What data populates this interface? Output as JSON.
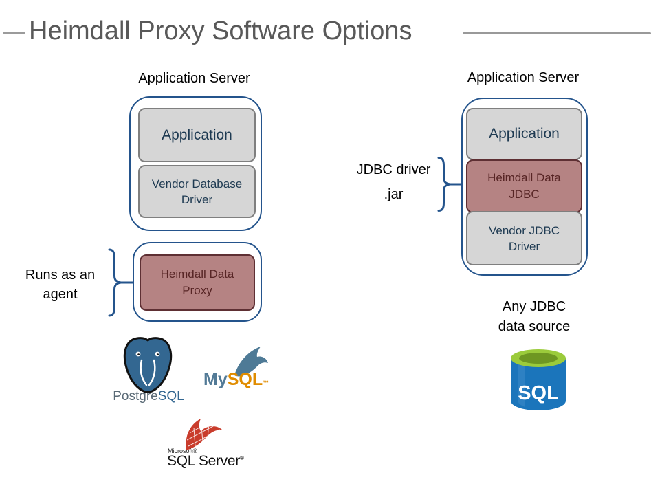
{
  "slide": {
    "title": "Heimdall Proxy Software Options"
  },
  "left_diagram": {
    "server_label": "Application Server",
    "application_box": "Application",
    "vendor_driver_box": {
      "line1": "Vendor Database",
      "line2": "Driver"
    },
    "heimdall_proxy_box": {
      "line1": "Heimdall Data",
      "line2": "Proxy"
    },
    "agent_annotation": {
      "line1": "Runs as an",
      "line2": "agent"
    }
  },
  "right_diagram": {
    "server_label": "Application Server",
    "application_box": "Application",
    "heimdall_jdbc_box": {
      "line1": "Heimdall Data",
      "line2": "JDBC"
    },
    "vendor_jdbc_box": {
      "line1": "Vendor JDBC",
      "line2": "Driver"
    },
    "jdbc_annotation": {
      "line1": "JDBC driver",
      "line2": ".jar"
    },
    "datasource_label": {
      "line1": "Any JDBC",
      "line2": "data source"
    },
    "sql_cylinder_label": "SQL"
  },
  "logos": {
    "postgresql": {
      "gray_part": "Postgre",
      "blue_part": "SQL"
    },
    "mysql": {
      "blue_part": "My",
      "orange_part": "SQL",
      "trademark": "™"
    },
    "sql_server": {
      "microsoft": "Microsoft®",
      "product": "SQL Server",
      "registered": "®"
    }
  },
  "colors": {
    "title_text": "#595959",
    "container_border": "#24548C",
    "gray_box_fill": "#D6D6D6",
    "gray_box_border": "#7F7F7F",
    "gray_box_text": "#1E3A52",
    "red_box_fill": "#B58383",
    "red_box_border": "#5E2F33",
    "red_box_text": "#572525",
    "brace_blue": "#24548C",
    "postgres_blue": "#336791",
    "mysql_blue": "#527A96",
    "mysql_orange": "#E08C00",
    "sqlserver_red": "#C93C2C",
    "cylinder_blue": "#1B75BB",
    "cylinder_green": "#9BCB3B",
    "cylinder_green_dark": "#6E9722"
  }
}
